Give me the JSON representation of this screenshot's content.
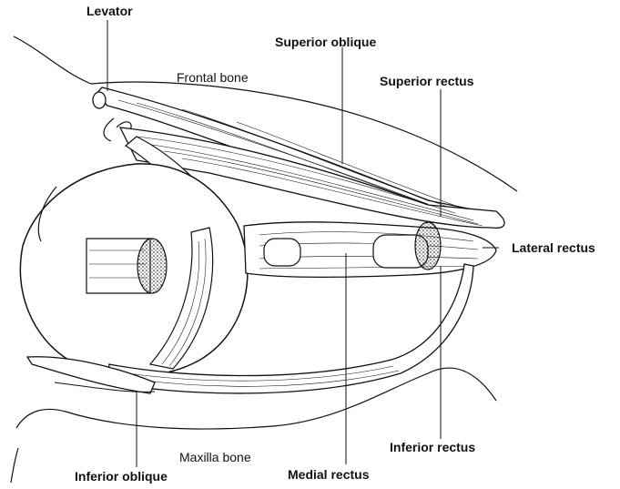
{
  "colors": {
    "line": "#111111",
    "background": "#ffffff"
  },
  "labels": {
    "levator": "Levator",
    "superior_oblique": "Superior oblique",
    "frontal_bone": "Frontal bone",
    "superior_rectus": "Superior rectus",
    "lateral_rectus": "Lateral rectus",
    "maxilla_bone": "Maxilla bone",
    "inferior_rectus": "Inferior rectus",
    "inferior_oblique": "Inferior oblique",
    "medial_rectus": "Medial rectus"
  }
}
